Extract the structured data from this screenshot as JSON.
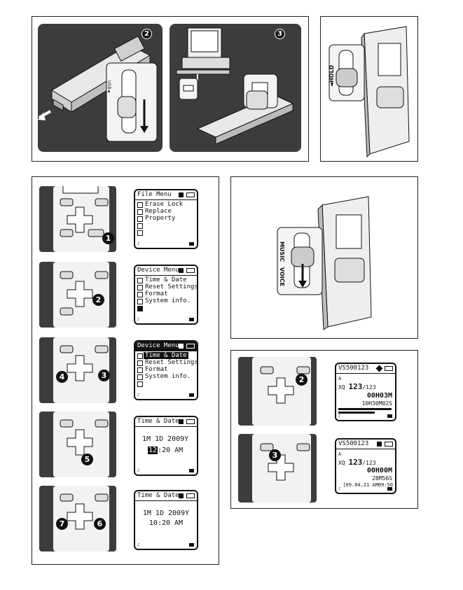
{
  "badges": {
    "n1": "1",
    "n2": "2",
    "n3": "3",
    "n4": "4",
    "n5": "5",
    "n6": "6",
    "n7": "7"
  },
  "usb_labels": {
    "usb_slide": "USB◄",
    "hold": "◄HOLD"
  },
  "mode_switch": {
    "music": "MUSIC",
    "voice": "VOICE"
  },
  "file_menu": {
    "title": "File Menu",
    "items": [
      "Erase Lock",
      "Replace",
      "Property"
    ]
  },
  "device_menu_a": {
    "title": "Device Menu",
    "items": [
      "Time & Date",
      "Reset Settings",
      "Format",
      "System info."
    ]
  },
  "device_menu_b": {
    "title": "Device Menu",
    "items": [
      "Time & Date",
      "Reset Settings",
      "Format",
      "System info."
    ]
  },
  "time_date_edit": {
    "title": "Time & Date",
    "line1_m": "1M",
    "line1_d": "1D",
    "line1_y": "2009Y",
    "line2_h": "12",
    "line2_rest": ":20 AM"
  },
  "time_date_final": {
    "title": "Time & Date",
    "line1": "1M 1D 2009Y",
    "line2": "10:20 AM"
  },
  "rec_screen_1": {
    "title": "VS500123",
    "ab": "A",
    "xq": "XQ",
    "num": "123",
    "total": "/123",
    "elapsed": "00H03M",
    "remain": "10H30M02S"
  },
  "rec_screen_2": {
    "title": "VS500123",
    "ab": "A",
    "xq": "XQ",
    "num": "123",
    "total": "/123",
    "elapsed": "00H00M",
    "remain": "28M56S",
    "date": "[09.04.21 AM09:50"
  }
}
